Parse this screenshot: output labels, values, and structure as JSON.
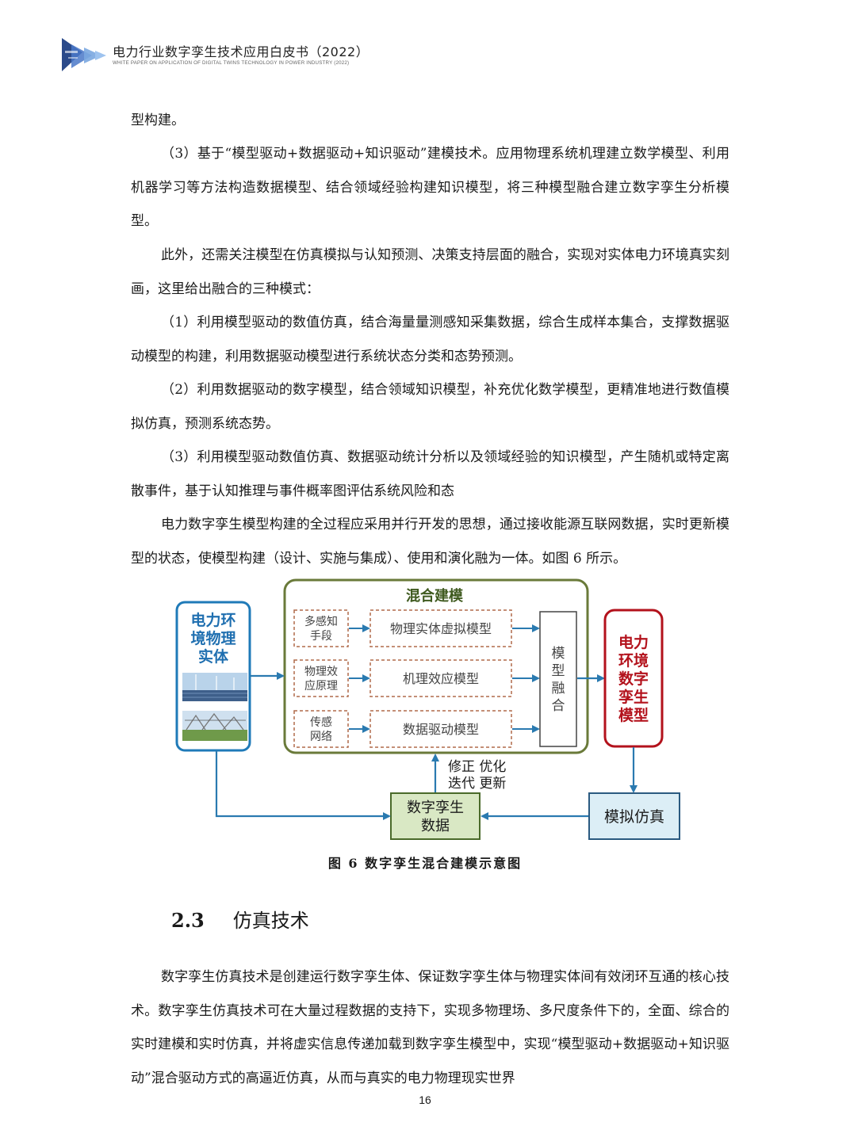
{
  "header": {
    "title": "电力行业数字孪生技术应用白皮书（2022）",
    "subtitle": "WHITE PAPER ON APPLICATION OF DIGITAL TWINS TECHNOLOGY IN POWER INDUSTRY (2022)"
  },
  "body": {
    "p1": "型构建。",
    "p2": "（3）基于“模型驱动+数据驱动+知识驱动”建模技术。应用物理系统机理建立数学模型、利用机器学习等方法构造数据模型、结合领域经验构建知识模型，将三种模型融合建立数字孪生分析模型。",
    "p3": "此外，还需关注模型在仿真模拟与认知预测、决策支持层面的融合，实现对实体电力环境真实刻画，这里给出融合的三种模式：",
    "p4": "（1）利用模型驱动的数值仿真，结合海量量测感知采集数据，综合生成样本集合，支撑数据驱动模型的构建，利用数据驱动模型进行系统状态分类和态势预测。",
    "p5": "（2）利用数据驱动的数字模型，结合领域知识模型，补充优化数学模型，更精准地进行数值模拟仿真，预测系统态势。",
    "p6": "（3）利用模型驱动数值仿真、数据驱动统计分析以及领域经验的知识模型，产生随机或特定离散事件，基于认知推理与事件概率图评估系统风险和态",
    "p7": "电力数字孪生模型构建的全过程应采用并行开发的思想，通过接收能源互联网数据，实时更新模型的状态，使模型构建（设计、实施与集成）、使用和演化融为一体。如图 6 所示。"
  },
  "figure": {
    "entity_line1": "电力环",
    "entity_line2": "境物理",
    "entity_line3": "实体",
    "hybrid_title": "混合建模",
    "in1_line1": "多感知",
    "in1_line2": "手段",
    "in2_line1": "物理效",
    "in2_line2": "应原理",
    "in3_line1": "传感",
    "in3_line2": "网络",
    "model1": "物理实体虚拟模型",
    "model2": "机理效应模型",
    "model3": "数据驱动模型",
    "fusion1": "模",
    "fusion2": "型",
    "fusion3": "融",
    "fusion4": "合",
    "twin_line1": "电力",
    "twin_line2": "环境",
    "twin_line3": "数字",
    "twin_line4": "孪生",
    "twin_line5": "模型",
    "feedback_line1": "修正  优化",
    "feedback_line2": "迭代  更新",
    "data_line1": "数字孪生",
    "data_line2": "数据",
    "sim": "模拟仿真",
    "caption": "图 6  数字孪生混合建模示意图"
  },
  "section": {
    "number": "2.3",
    "title": "仿真技术"
  },
  "body2": {
    "p8": "数字孪生仿真技术是创建运行数字孪生体、保证数字孪生体与物理实体间有效闭环互通的核心技术。数字孪生仿真技术可在大量过程数据的支持下，实现多物理场、多尺度条件下的，全面、综合的实时建模和实时仿真，并将虚实信息传递加载到数字孪生模型中，实现“模型驱动+数据驱动+知识驱动”混合驱动方式的高逼近仿真，从而与真实的电力物理现实世界"
  },
  "page_number": "16"
}
